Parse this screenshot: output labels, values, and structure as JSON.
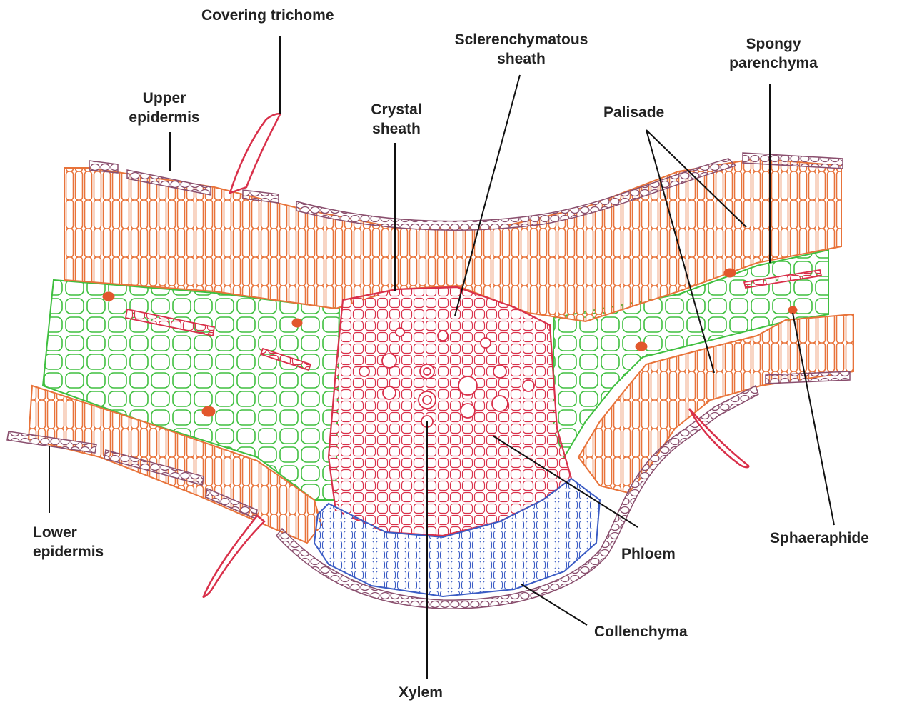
{
  "labels": {
    "covering_trichome": "Covering trichome",
    "sclerenchymatous_sheath": "Sclerenchymatous\nsheath",
    "spongy_parenchyma": "Spongy\nparenchyma",
    "upper_epidermis": "Upper\nepidermis",
    "crystal_sheath": "Crystal\nsheath",
    "palisade": "Palisade",
    "lower_epidermis": "Lower\nepidermis",
    "phloem": "Phloem",
    "sphaeraphide": "Sphaeraphide",
    "collenchyma": "Collenchyma",
    "xylem": "Xylem"
  },
  "colors": {
    "palisade": "#e8733a",
    "spongy": "#3fbf3f",
    "sclerenchyma": "#d9304a",
    "collenchyma": "#3b5cc4",
    "epidermis": "#8a4f6e",
    "crystal": "#e2572c",
    "label_text": "#222222",
    "leader": "#111111"
  }
}
